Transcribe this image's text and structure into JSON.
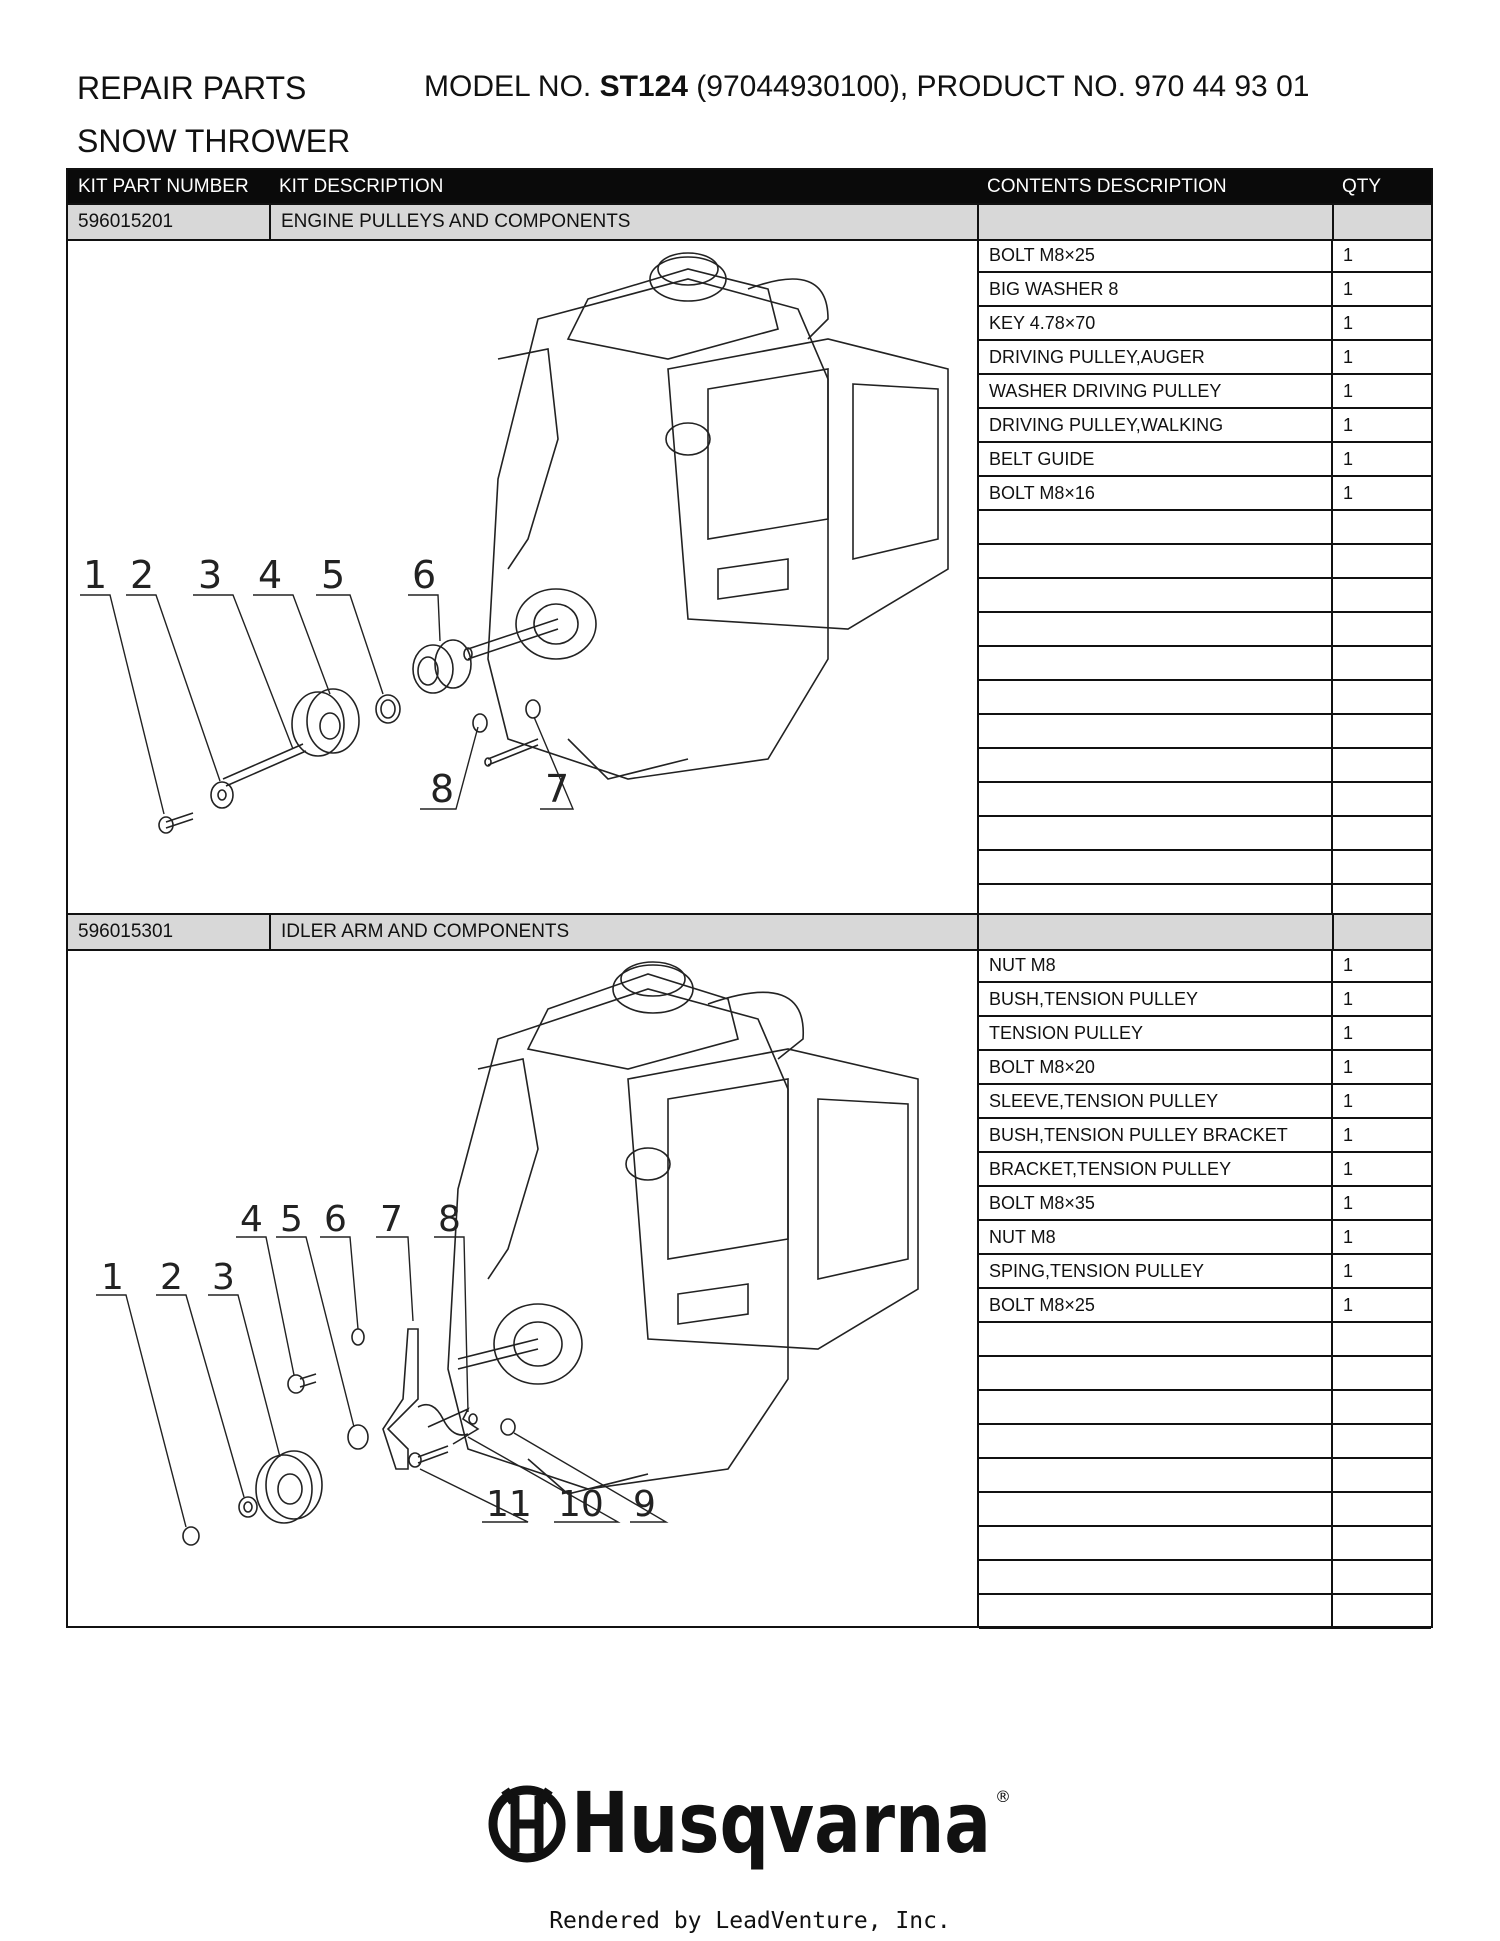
{
  "header": {
    "line1": "REPAIR PARTS",
    "line2": "SNOW THROWER",
    "model_prefix": "MODEL NO. ",
    "model_no": "ST124",
    "model_suffix": " (97044930100), PRODUCT NO. 970 44 93 01"
  },
  "table": {
    "columns": [
      "KIT PART NUMBER",
      "KIT DESCRIPTION",
      "CONTENTS DESCRIPTION",
      "QTY"
    ]
  },
  "kits": [
    {
      "part_number": "596015201",
      "description": "ENGINE PULLEYS AND COMPONENTS",
      "callouts": [
        "1",
        "2",
        "3",
        "4",
        "5",
        "6",
        "7",
        "8"
      ],
      "contents": [
        {
          "name": "BOLT M8×25",
          "qty": "1"
        },
        {
          "name": "BIG WASHER 8",
          "qty": "1"
        },
        {
          "name": "KEY 4.78×70",
          "qty": "1"
        },
        {
          "name": "DRIVING PULLEY,AUGER",
          "qty": "1"
        },
        {
          "name": "WASHER DRIVING PULLEY",
          "qty": "1"
        },
        {
          "name": "DRIVING PULLEY,WALKING",
          "qty": "1"
        },
        {
          "name": "BELT GUIDE",
          "qty": "1"
        },
        {
          "name": "BOLT M8×16",
          "qty": "1"
        }
      ]
    },
    {
      "part_number": "596015301",
      "description": "IDLER ARM AND COMPONENTS",
      "callouts": [
        "1",
        "2",
        "3",
        "4",
        "5",
        "6",
        "7",
        "8",
        "9",
        "10",
        "11"
      ],
      "contents": [
        {
          "name": "NUT M8",
          "qty": "1"
        },
        {
          "name": "BUSH,TENSION PULLEY",
          "qty": "1"
        },
        {
          "name": "TENSION PULLEY",
          "qty": "1"
        },
        {
          "name": "BOLT M8×20",
          "qty": "1"
        },
        {
          "name": "SLEEVE,TENSION PULLEY",
          "qty": "1"
        },
        {
          "name": "BUSH,TENSION PULLEY BRACKET",
          "qty": "1"
        },
        {
          "name": "BRACKET,TENSION PULLEY",
          "qty": "1"
        },
        {
          "name": "BOLT M8×35",
          "qty": "1"
        },
        {
          "name": "NUT M8",
          "qty": "1"
        },
        {
          "name": "SPING,TENSION PULLEY",
          "qty": "1"
        },
        {
          "name": "BOLT M8×25",
          "qty": "1"
        }
      ]
    }
  ],
  "brand": {
    "name": "Husqvarna",
    "registered": "®"
  },
  "footer": {
    "credit": "Rendered by LeadVenture, Inc."
  }
}
